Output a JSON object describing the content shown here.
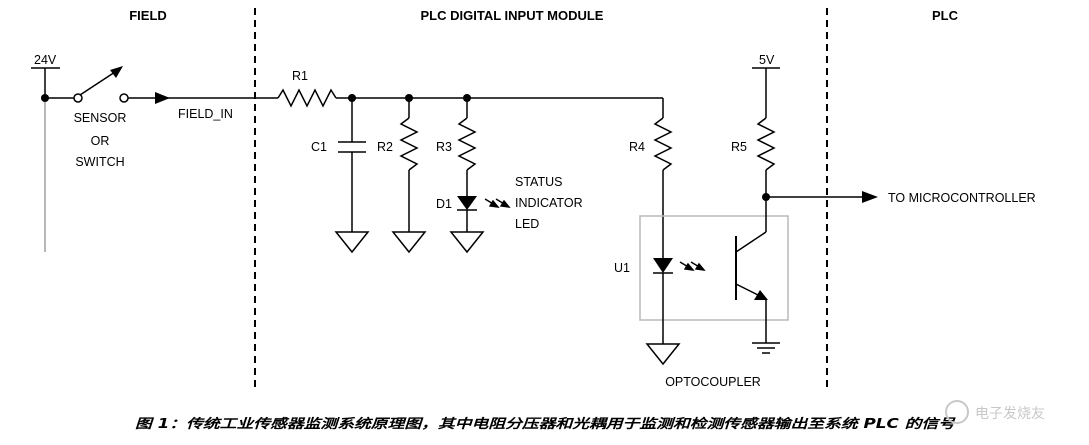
{
  "sections": {
    "field": "FIELD",
    "module": "PLC DIGITAL INPUT MODULE",
    "plc": "PLC"
  },
  "labels": {
    "supply_24v": "24V",
    "sensor_line1": "SENSOR",
    "sensor_line2": "OR",
    "sensor_line3": "SWITCH",
    "field_in": "FIELD_IN",
    "r1": "R1",
    "c1": "C1",
    "r2": "R2",
    "r3": "R3",
    "r4": "R4",
    "r5": "R5",
    "d1": "D1",
    "status_line1": "STATUS",
    "status_line2": "INDICATOR",
    "status_line3": "LED",
    "supply_5v": "5V",
    "to_mcu": "TO MICROCONTROLLER",
    "u1": "U1",
    "optocoupler": "OPTOCOUPLER"
  },
  "caption": "图 1：传统工业传感器监测系统原理图，其中电阻分压器和光耦用于监测和检测传感器输出至系统 PLC 的信号",
  "watermark": "电子发烧友",
  "colors": {
    "line": "#000000",
    "divider": "#000000",
    "field_rail": "#b8b8b8",
    "watermark": "#c8c8c8"
  }
}
